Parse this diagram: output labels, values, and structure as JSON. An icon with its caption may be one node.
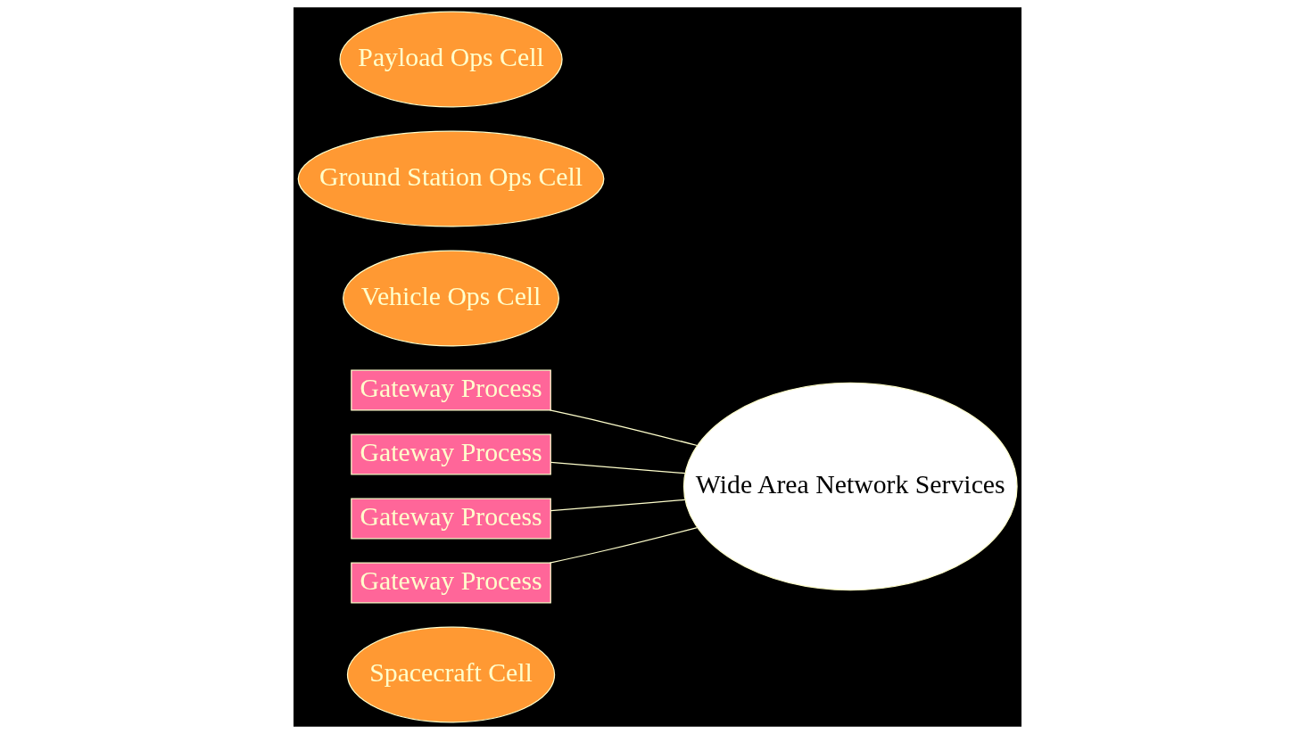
{
  "diagram": {
    "nodes": [
      {
        "text": [
          "Spacecraft Cell"
        ]
      },
      {
        "text": [
          "Gateway Process"
        ]
      },
      {
        "text": [
          "Vehicle Ops Cell"
        ]
      },
      {
        "text": [
          "Gateway Process"
        ]
      },
      {
        "text": [
          "Wide Area Network Services"
        ]
      },
      {
        "text": [
          "Gateway Process"
        ]
      },
      {
        "text": [
          "Ground Station Ops Cell"
        ]
      },
      {
        "text": [
          "Gateway Process"
        ]
      },
      {
        "text": [
          "Payload Ops Cell"
        ]
      }
    ],
    "edges": [
      {
        "from": 1,
        "to": 4,
        "arrow": "none"
      },
      {
        "from": 3,
        "to": 4,
        "arrow": "none"
      },
      {
        "from": 5,
        "to": 4,
        "arrow": "none"
      },
      {
        "from": 7,
        "to": 4,
        "arrow": "none"
      }
    ]
  }
}
